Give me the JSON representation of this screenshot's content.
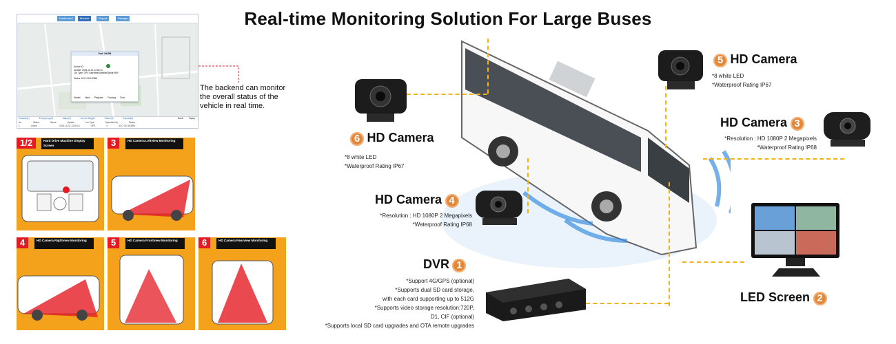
{
  "title": "Real-time Monitoring Solution For Large Buses",
  "backend": {
    "tabs": [
      "Dashboard",
      "Monitor",
      "Report",
      "Storage"
    ],
    "popup_title": "Fwd: 1H45M",
    "popup_lines": [
      "Device ID:",
      "Update: 2025-10-31 14:35:14",
      "Loc Type: GPS Satellites/Satellite/Signal:98%",
      "Status: ACC ON 1H35M"
    ],
    "popup_actions": [
      "Details",
      "Video",
      "Playback",
      "Tracking",
      "Chat"
    ],
    "table_tabs": [
      "Channel(1)",
      "Emergency(0)",
      "Alarm(0)",
      "Device Msg(0)",
      "Notice(0)",
      "Expired(0)"
    ],
    "table_headers": [
      "No.",
      "Status",
      "Name",
      "Update",
      "Loc Type",
      "Speed(km/h)",
      "Status"
    ],
    "table_row": [
      "1",
      "Online",
      "",
      "2025-10-31 14:35:14",
      "GPS",
      "0",
      "ACC ON 1H35M"
    ],
    "table_controls": [
      "Scroll",
      "Popup"
    ]
  },
  "backend_note": "The backend can monitor the overall status of the vehicle in real time.",
  "panels": [
    {
      "num": "1/2",
      "label": "Hard Drive Machine Display Screen"
    },
    {
      "num": "3",
      "label": "HD Camera Leftview Monitoring"
    },
    {
      "num": "4",
      "label": "HD Camera Rightview Monitoring"
    },
    {
      "num": "5",
      "label": "HD Camera Frontview Monitoring"
    },
    {
      "num": "6",
      "label": "HD Camera Rearview Monitoring"
    }
  ],
  "components": {
    "cam5": {
      "name": "HD Camera",
      "num": "5",
      "specs": [
        "*8 white LED",
        "*Waterproof Rating IP67"
      ]
    },
    "cam6": {
      "name": "HD Camera",
      "num": "6",
      "specs": [
        "*8 white LED",
        "*Waterproof Rating IP67"
      ]
    },
    "cam3": {
      "name": "HD Camera",
      "num": "3",
      "specs": [
        "*Resolution : HD 1080P 2 Megapixels",
        "*Waterproof Rating IP68"
      ]
    },
    "cam4": {
      "name": "HD Camera",
      "num": "4",
      "specs": [
        "*Resolution : HD 1080P 2 Megapixels",
        "*Waterproof Rating IP68"
      ]
    },
    "dvr": {
      "name": "DVR",
      "num": "1",
      "specs": [
        "*Support 4G/GPS (optional)",
        "*Supports dual SD card storage,",
        "with each card supporting up to 512G",
        "*Supports video storage resolution:720P,",
        "D1, CIF (optional)",
        "*Supports local SD card upgrades and OTA remote upgrades"
      ]
    },
    "screen": {
      "name": "LED Screen",
      "num": "2"
    }
  },
  "colors": {
    "accent_orange": "#f4a11c",
    "badge": "#e0873a",
    "red": "#e31b23",
    "connector": "#f2b318",
    "wave_blue": "#3b8fe0"
  }
}
